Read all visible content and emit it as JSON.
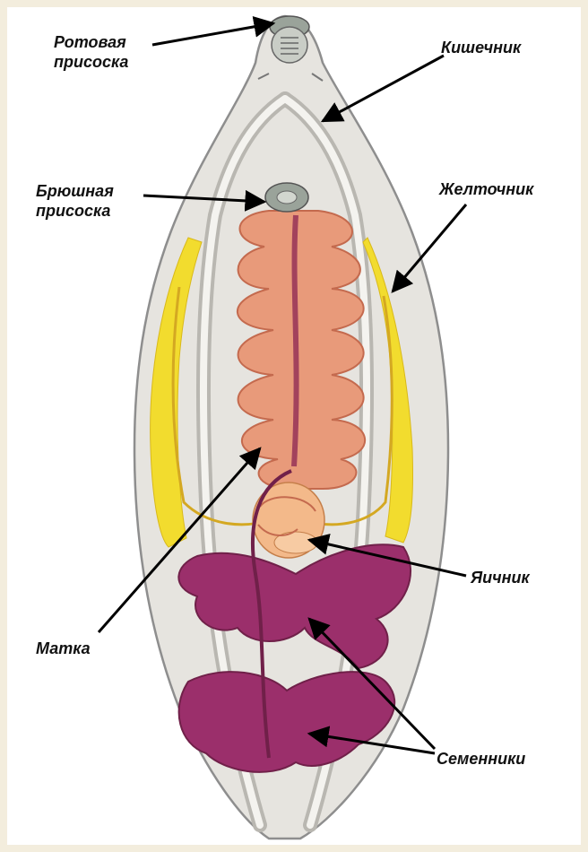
{
  "labels": {
    "oral_sucker": [
      "Ротовая",
      "присоска"
    ],
    "intestine": "Кишечник",
    "ventral_sucker": [
      "Брюшная",
      "присоска"
    ],
    "vitelline": "Желточник",
    "ovary": "Яичник",
    "uterus": "Матка",
    "testes": "Семенники"
  },
  "colors": {
    "body": "#e6e4df",
    "body_outline": "#8e8e8e",
    "vitelline": "#f2dc2e",
    "uterus": "#e89a7a",
    "testes": "#9b2f6b",
    "ovary": "#f3b98a",
    "sucker": "#9aa39a"
  }
}
